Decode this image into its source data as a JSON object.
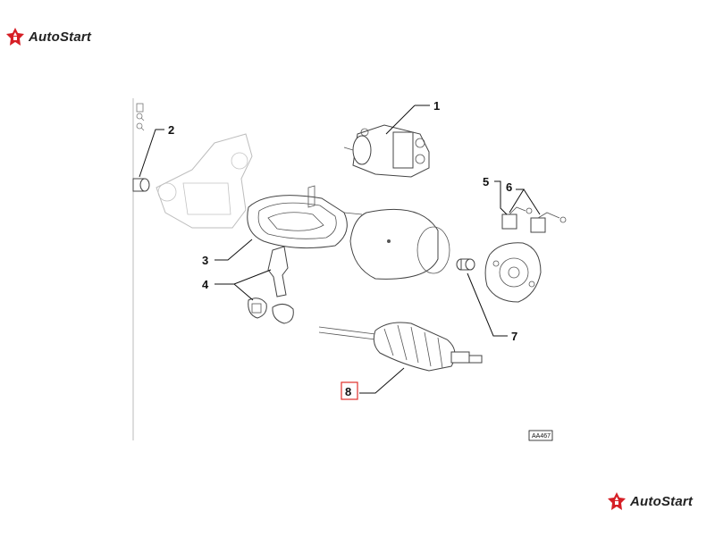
{
  "brand": {
    "name": "AutoStart",
    "accent_color": "#d61f26"
  },
  "diagram": {
    "callouts": [
      {
        "id": "1",
        "label": "1"
      },
      {
        "id": "2",
        "label": "2"
      },
      {
        "id": "3",
        "label": "3"
      },
      {
        "id": "4",
        "label": "4"
      },
      {
        "id": "5",
        "label": "5"
      },
      {
        "id": "6",
        "label": "6"
      },
      {
        "id": "7",
        "label": "7"
      },
      {
        "id": "8",
        "label": "8",
        "highlighted": true
      }
    ],
    "highlight_color": "#e0302a",
    "reference_code": "AA467",
    "toolbar_icons": [
      "document-icon",
      "zoom-in-icon",
      "zoom-out-icon"
    ]
  }
}
